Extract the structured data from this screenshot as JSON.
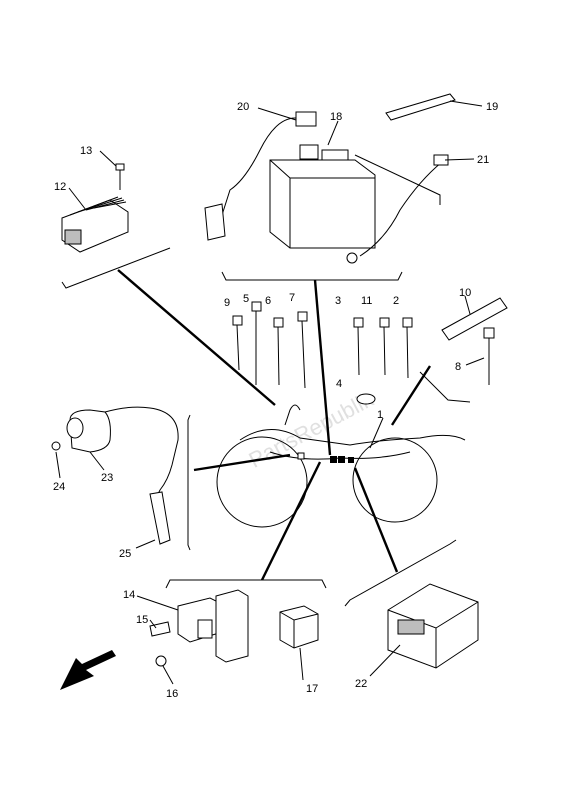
{
  "watermark": "PartsRepublik",
  "callouts": [
    {
      "id": "c1",
      "text": "1"
    },
    {
      "id": "c2",
      "text": "2"
    },
    {
      "id": "c3",
      "text": "3"
    },
    {
      "id": "c4",
      "text": "4"
    },
    {
      "id": "c5",
      "text": "5"
    },
    {
      "id": "c6",
      "text": "6"
    },
    {
      "id": "c7",
      "text": "7"
    },
    {
      "id": "c8",
      "text": "8"
    },
    {
      "id": "c9",
      "text": "9"
    },
    {
      "id": "c10",
      "text": "10"
    },
    {
      "id": "c11",
      "text": "11"
    },
    {
      "id": "c12",
      "text": "12"
    },
    {
      "id": "c13",
      "text": "13"
    },
    {
      "id": "c14",
      "text": "14"
    },
    {
      "id": "c15",
      "text": "15"
    },
    {
      "id": "c16",
      "text": "16"
    },
    {
      "id": "c17",
      "text": "17"
    },
    {
      "id": "c18",
      "text": "18"
    },
    {
      "id": "c19",
      "text": "19"
    },
    {
      "id": "c20",
      "text": "20"
    },
    {
      "id": "c21",
      "text": "21"
    },
    {
      "id": "c22",
      "text": "22"
    },
    {
      "id": "c23",
      "text": "23"
    },
    {
      "id": "c24",
      "text": "24"
    },
    {
      "id": "c25",
      "text": "25"
    }
  ],
  "icons": {
    "direction_arrow": "arrow-down-left-icon"
  }
}
